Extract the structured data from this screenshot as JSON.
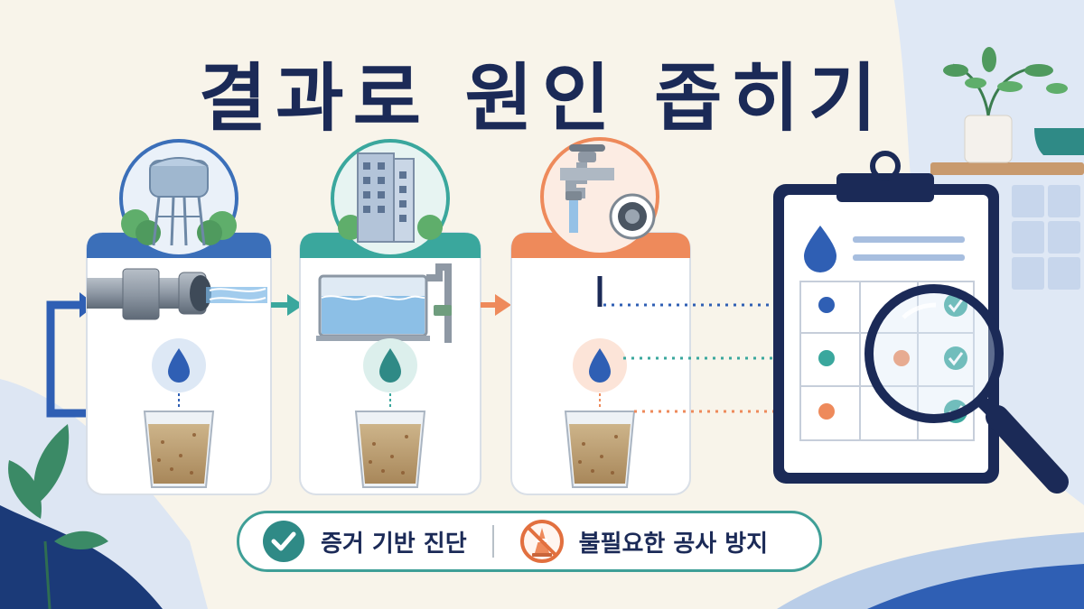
{
  "title": "결과로 원인 좁히기",
  "stages": [
    {
      "name": "water-tower",
      "accent": "#3b6fb9"
    },
    {
      "name": "building-tank",
      "accent": "#3aa79d"
    },
    {
      "name": "faucet",
      "accent": "#ee8a5b"
    }
  ],
  "checklist": {
    "rows": [
      {
        "dot": "#2f5fb4",
        "mid": null,
        "check": true
      },
      {
        "dot": "#3aa79d",
        "mid": "#ee8a5b",
        "check": true
      },
      {
        "dot": "#ee8a5b",
        "mid": null,
        "check": true
      }
    ]
  },
  "footer": {
    "evidence_label": "증거 기반 진단",
    "prevent_label": "불필요한 공사 방지"
  },
  "colors": {
    "navy": "#1b2a57",
    "blue": "#3b6fb9",
    "teal": "#3aa79d",
    "orange": "#ee8a5b"
  }
}
